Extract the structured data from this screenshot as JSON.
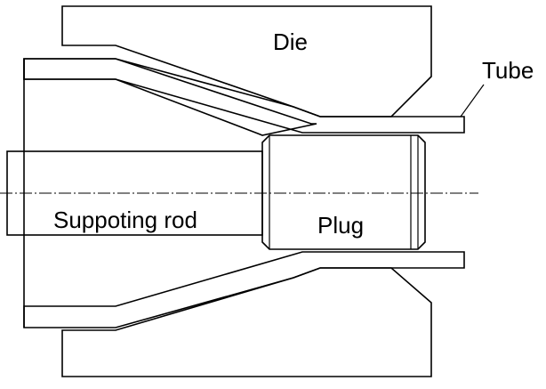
{
  "labels": {
    "die": "Die",
    "tube": "Tube",
    "rod": "Suppoting rod",
    "plug": "Plug"
  },
  "colors": {
    "line": "#000000",
    "background": "#ffffff"
  }
}
